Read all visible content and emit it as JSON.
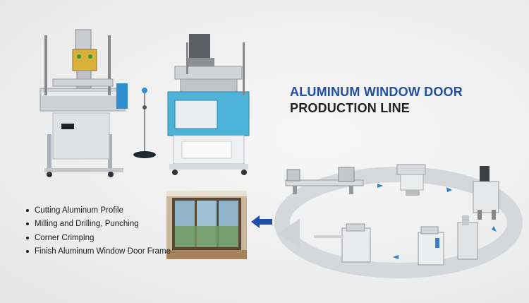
{
  "title": {
    "line1": "ALUMINUM WINDOW DOOR",
    "line2": "PRODUCTION LINE"
  },
  "steps": [
    "Cutting Aluminum Profile",
    "Milling and Drilling, Punching",
    "Corner Crimping",
    "Finish Aluminum Window Door Frame"
  ],
  "colors": {
    "title_blue": "#1f4fa6",
    "machine_cyan": "#4fb3d9",
    "arrow_blue": "#1f4fa6",
    "flow_gray": "#cfd3d8"
  },
  "icons": {
    "flow_arrow": "chevron-arrow-icon",
    "back_arrow": "left-arrow-icon"
  }
}
